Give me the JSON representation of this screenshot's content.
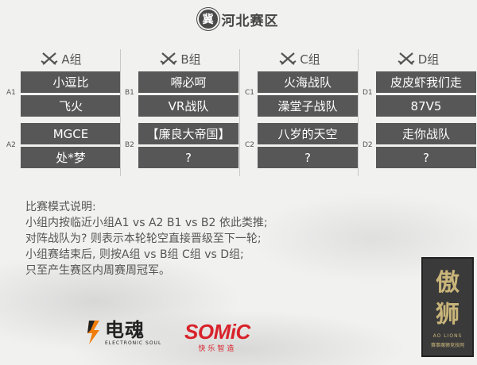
{
  "header": {
    "badge": "冀",
    "title": "河北赛区"
  },
  "groups": [
    {
      "title": "A组",
      "seeds": [
        "A1",
        "A2"
      ],
      "slots": [
        "小逗比",
        "飞火",
        "MGCE",
        "处*梦"
      ]
    },
    {
      "title": "B组",
      "seeds": [
        "B1",
        "B2"
      ],
      "slots": [
        "嘚必呵",
        "VR战队",
        "【廉良大帝国】",
        "?"
      ]
    },
    {
      "title": "C组",
      "seeds": [
        "C1",
        "C2"
      ],
      "slots": [
        "火海战队",
        "澡堂子战队",
        "八岁的天空",
        "?"
      ]
    },
    {
      "title": "D组",
      "seeds": [
        "D1",
        "D2"
      ],
      "slots": [
        "皮皮虾我们走",
        "87V5",
        "走你战队",
        "?"
      ]
    }
  ],
  "rules": [
    "比赛模式说明:",
    "小组内按临近小组A1 vs A2 B1 vs B2 依此类推;",
    "对阵战队为? 则表示本轮轮空直接晋级至下一轮;",
    "小组赛结束后, 则按A组 vs B组 C组 vs D组;",
    "只至产生赛区内周赛周冠军。"
  ],
  "sponsors": {
    "s1_name": "电魂",
    "s1_sub": "ELECTRONIC SOUL",
    "s2_name": "SOMiC",
    "s2_sub": "快乐智造"
  },
  "logo": {
    "line1": "傲",
    "line2": "狮",
    "en": "AO LIONS",
    "cn": "赛事魔狮竞技网"
  },
  "colors": {
    "slot_bg": "#575757",
    "brand_red": "#d8222a",
    "logo_gold": "#c9b57a"
  }
}
